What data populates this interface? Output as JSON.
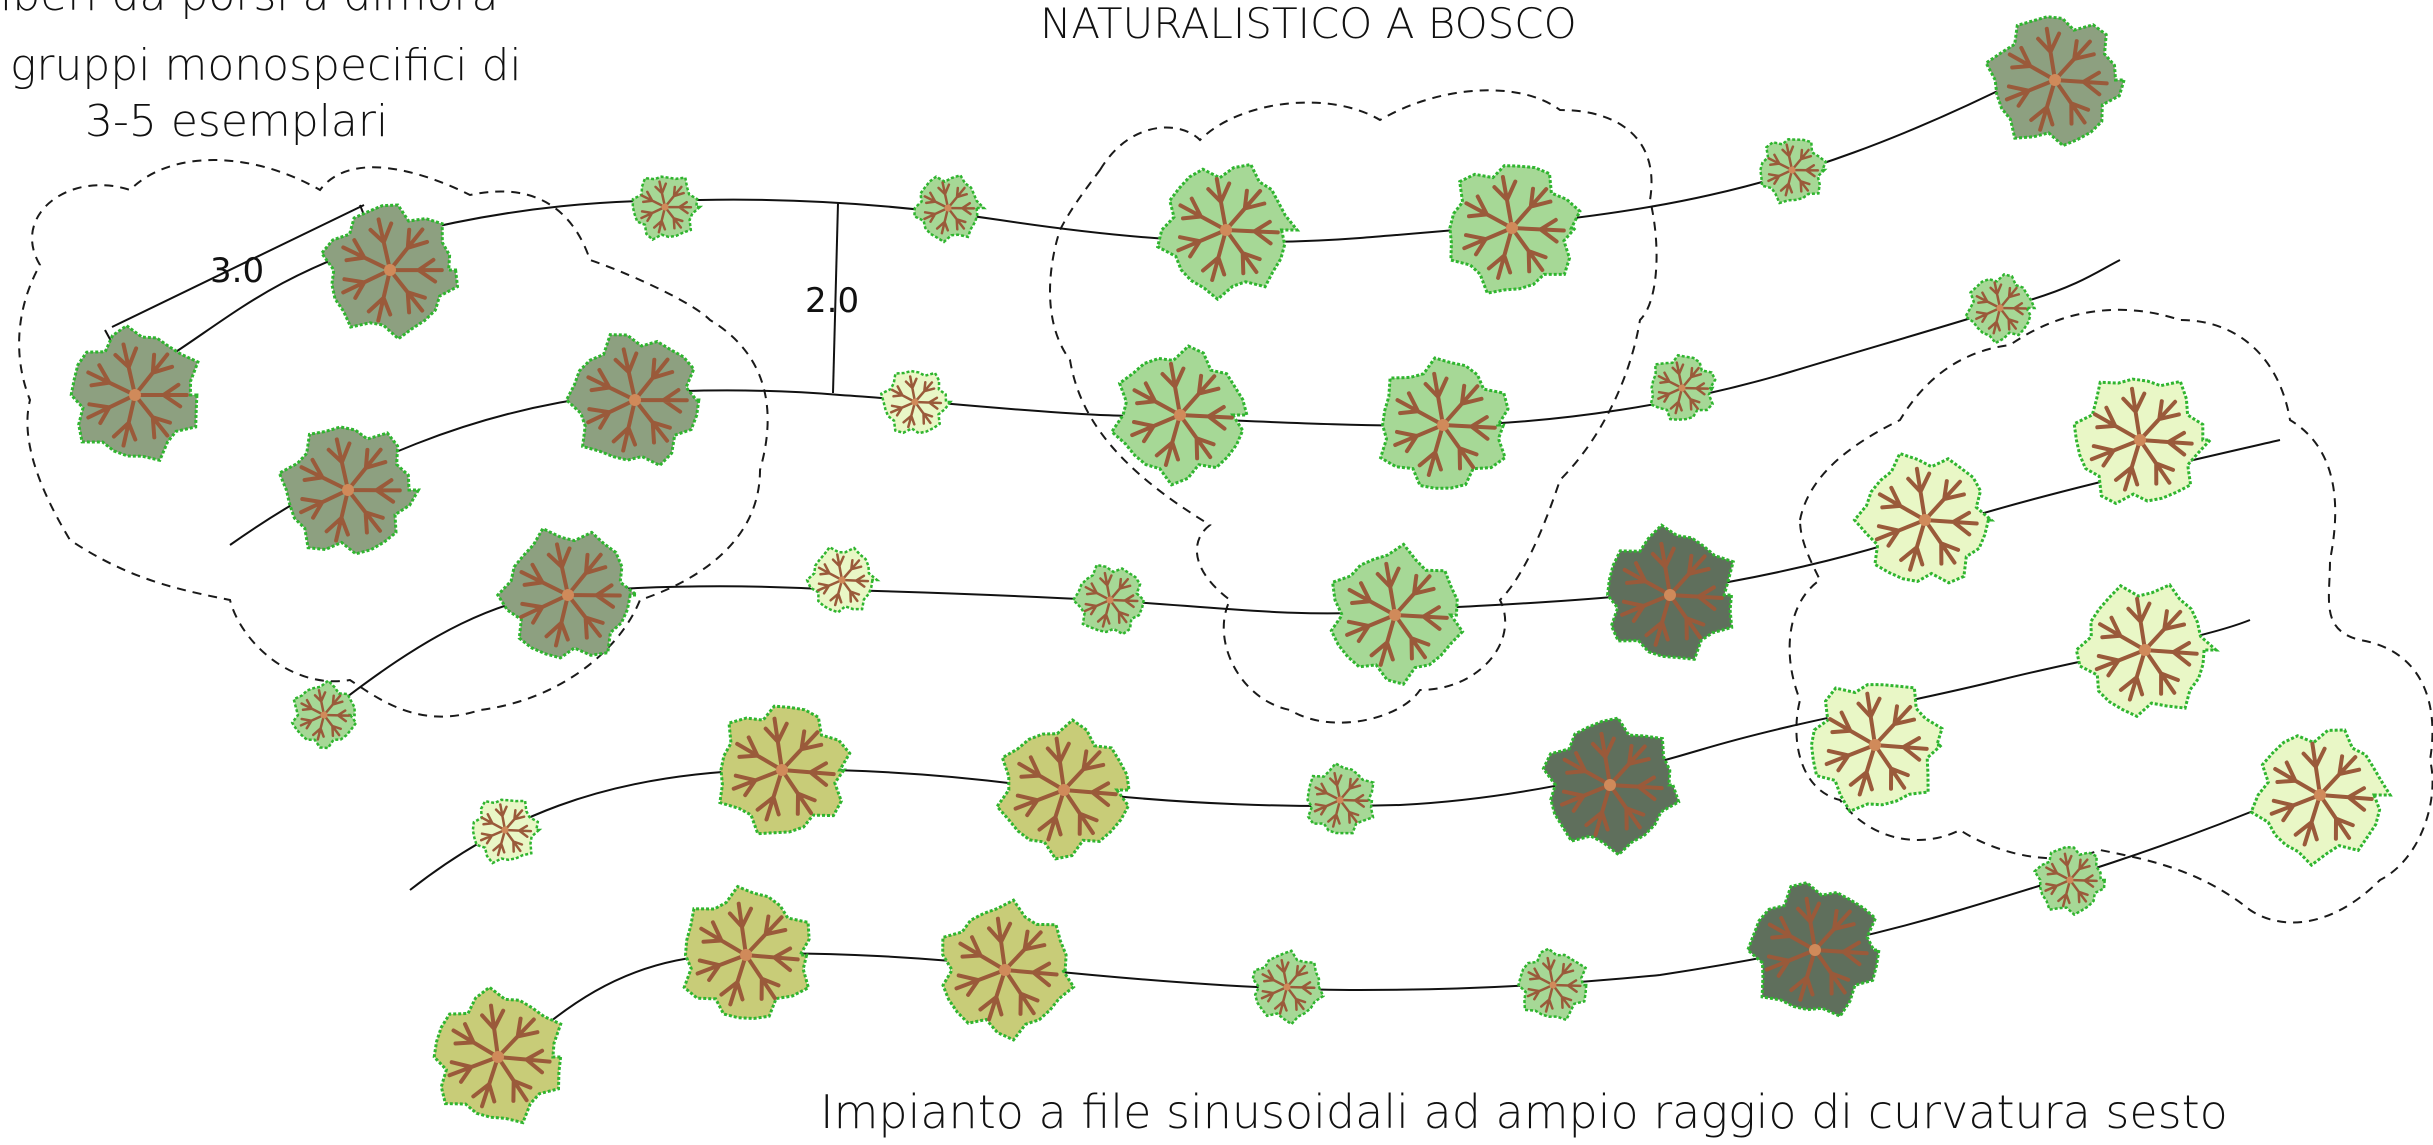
{
  "texts": {
    "top_left_line1": "iberi da porsi a dimora",
    "top_left_line2": "gruppi monospecifici di",
    "top_left_line3": "3-5 esemplari",
    "top_center": "NATURALISTICO A BOSCO",
    "bottom": "Impianto a file sinusoidali ad ampio raggio di curvatura sesto"
  },
  "dimensions": {
    "tree_spacing": "3.0",
    "row_spacing": "2.0"
  },
  "colors": {
    "grey_green": "#8da080",
    "light_green": "#a6d896",
    "pale_green": "#e9f7c6",
    "olive": "#c8cc78",
    "dark_green": "#5f6f5c",
    "outline_green": "#2fb52f",
    "branch_brown": "#9a5a3a"
  }
}
